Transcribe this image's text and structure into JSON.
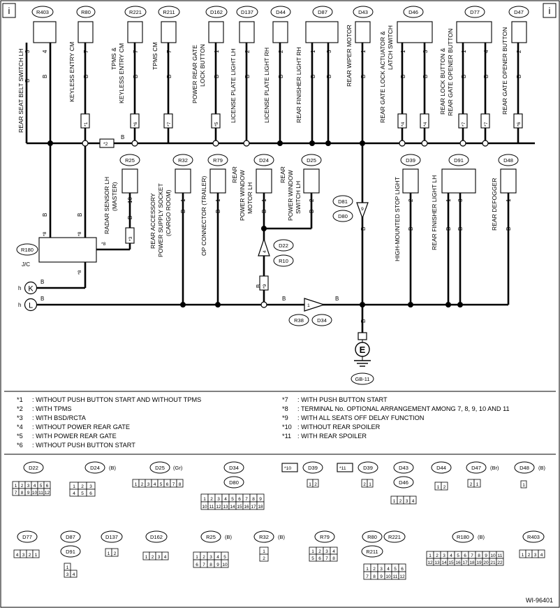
{
  "drawing_id": "WI-96401",
  "page_marker": "i",
  "jc_label": "J/C",
  "harness_links": {
    "k": "K",
    "l": "L",
    "h": "h"
  },
  "ground": {
    "label": "E",
    "code": "GB-11"
  },
  "connectors": {
    "R403": "R403",
    "R80": "R80",
    "R221": "R221",
    "R211": "R211",
    "D162": "D162",
    "D137": "D137",
    "D44": "D44",
    "D87": "D87",
    "D43": "D43",
    "D46": "D46",
    "D77": "D77",
    "D47": "D47",
    "R25": "R25",
    "R32": "R32",
    "R79": "R79",
    "D24": "D24",
    "D25": "D25",
    "D39": "D39",
    "D91": "D91",
    "D48": "D48",
    "D81": "D81",
    "D80": "D80",
    "D22": "D22",
    "R10": "R10",
    "R38": "R38",
    "D34": "D34",
    "R180": "R180"
  },
  "components": {
    "R403": "REAR SEAT BELT SWITCH LH",
    "R80": "KEYLESS ENTRY CM",
    "R221a": "TPMS &",
    "R221b": "KEYLESS ENTRY CM",
    "R211": "TPMS CM",
    "D162a": "POWER REAR GATE",
    "D162b": "LOCK BUTTON",
    "D137": "LICENSE PLATE LIGHT LH",
    "D44": "LICENSE PLATE LIGHT RH",
    "D87": "REAR FINISHER LIGHT RH",
    "D43": "REAR WIPER MOTOR",
    "D46a": "REAR GATE LOCK ACTUATOR &",
    "D46b": "LATCH SWITCH",
    "D77a": "REAR LOCK BUTTON &",
    "D77b": "REAR GATE OPENER BUTTON",
    "D47": "REAR GATE OPENER BUTTON",
    "R25a": "RADAR SENSOR LH",
    "R25b": "(MASTER)",
    "R32a": "REAR ACCESSORY",
    "R32b": "POWER SUPPLY SOCKET",
    "R32c": "(CARGO ROOM)",
    "R79": "OP CONNECTOR (TRAILER)",
    "D24a": "REAR",
    "D24b": "POWER WINDOW",
    "D24c": "MOTOR LH",
    "D25a": "REAR",
    "D25b": "POWER WINDOW",
    "D25c": "SWITCH LH",
    "D39": "HIGH-MOUNTED STOP LIGHT",
    "D91": "REAR FINISHER LIGHT LH",
    "D48": "REAR DEFOGGER"
  },
  "pins": {
    "p1": "1",
    "p2": "2",
    "p3": "3",
    "p4": "4",
    "p7": "7",
    "p9": "9",
    "p10": "10",
    "b": "B"
  },
  "stars": {
    "s1": "*1",
    "s2": "*2",
    "s3": "*3",
    "s4": "*4",
    "s5": "*5",
    "s6": "*6",
    "s7": "*7",
    "s8": "*8",
    "s9": "*9",
    "s10": "*10",
    "s11": "*11"
  },
  "legend_left": [
    {
      "mark": "*1",
      "text": ": WITHOUT PUSH BUTTON START AND WITHOUT TPMS"
    },
    {
      "mark": "*2",
      "text": ": WITH TPMS"
    },
    {
      "mark": "*3",
      "text": ": WITH BSD/RCTA"
    },
    {
      "mark": "*4",
      "text": ": WITHOUT POWER REAR GATE"
    },
    {
      "mark": "*5",
      "text": ": WITH POWER REAR GATE"
    },
    {
      "mark": "*6",
      "text": ": WITHOUT PUSH BUTTON START"
    }
  ],
  "legend_right": [
    {
      "mark": "*7",
      "text": ": WITH PUSH BUTTON START"
    },
    {
      "mark": "*8",
      "text": ": TERMINAL No. OPTIONAL ARRANGEMENT AMONG 7, 8, 9, 10 AND 11"
    },
    {
      "mark": "*9",
      "text": ": WITH ALL SEATS OFF DELAY FUNCTION"
    },
    {
      "mark": "*10",
      "text": ": WITHOUT REAR SPOILER"
    },
    {
      "mark": "*11",
      "text": ": WITH REAR SPOILER"
    }
  ],
  "connector_faces": {
    "D22": "D22",
    "D24": "D24",
    "D24c": "(B)",
    "D25": "D25",
    "D25c": "(Gr)",
    "D34": "D34",
    "D80": "D80",
    "s10": "*10",
    "D39a": "D39",
    "s11": "*11",
    "D39b": "D39",
    "D43": "D43",
    "D46": "D46",
    "D44": "D44",
    "D47": "D47",
    "D47c": "(Br)",
    "D48": "D48",
    "D48c": "(B)",
    "D77": "D77",
    "D87": "D87",
    "D91": "D91",
    "D137": "D137",
    "D162": "D162",
    "R25": "R25",
    "R25c": "(B)",
    "R32": "R32",
    "R32c": "(B)",
    "R79": "R79",
    "R80": "R80",
    "R221": "R221",
    "R211": "R211",
    "R180": "R180",
    "R180c": "(B)",
    "R403": "R403"
  }
}
